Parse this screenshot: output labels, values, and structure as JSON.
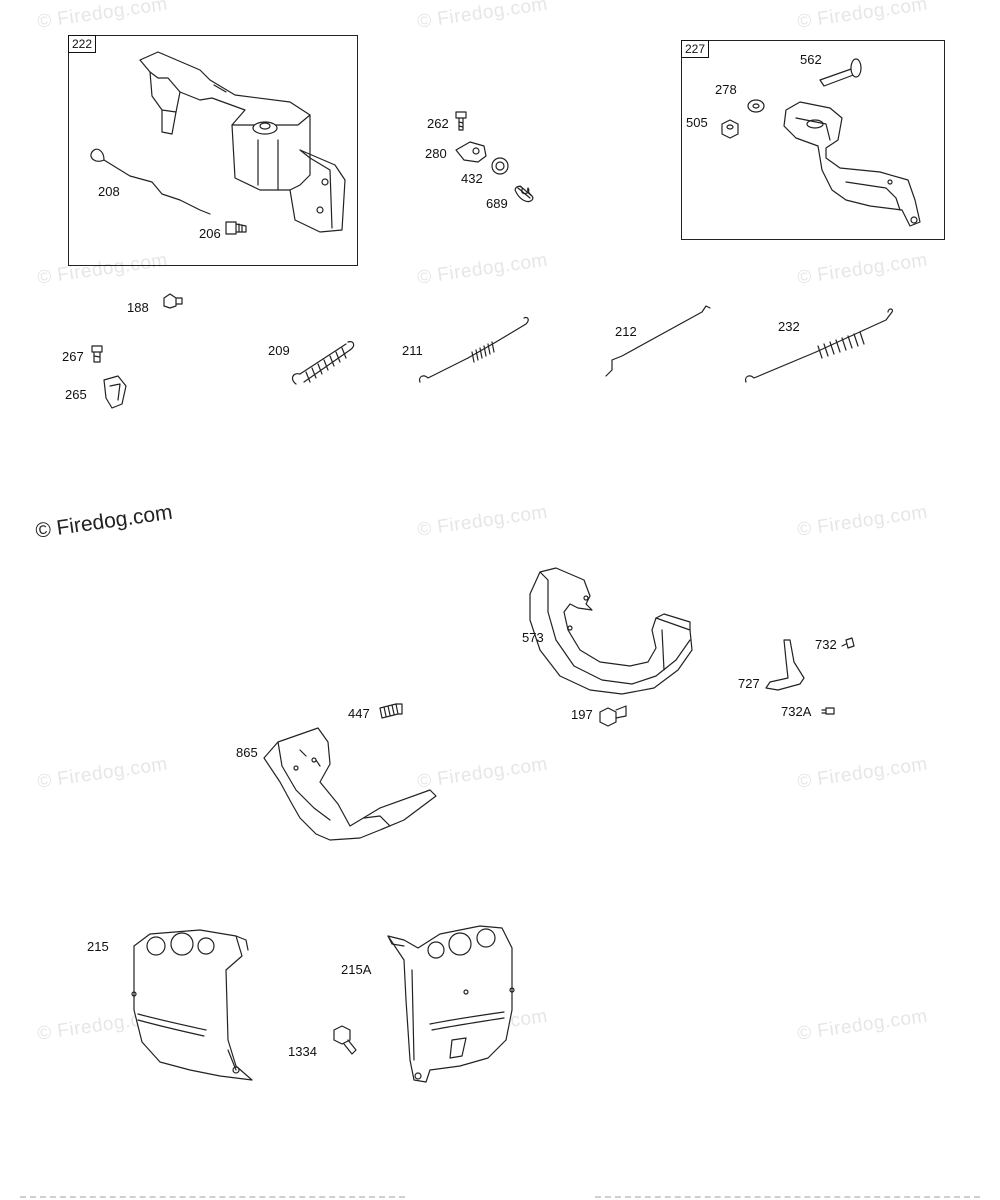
{
  "watermark": "© Firedog.com",
  "box_labels": {
    "b222": "222",
    "b227": "227"
  },
  "parts": {
    "p208": "208",
    "p206": "206",
    "p262": "262",
    "p280": "280",
    "p432": "432",
    "p689": "689",
    "p562": "562",
    "p278": "278",
    "p505": "505",
    "p188": "188",
    "p267": "267",
    "p265": "265",
    "p209": "209",
    "p211": "211",
    "p212": "212",
    "p232": "232",
    "p573": "573",
    "p732": "732",
    "p727": "727",
    "p732a": "732A",
    "p447": "447",
    "p197": "197",
    "p865": "865",
    "p215": "215",
    "p215a": "215A",
    "p1334": "1334"
  },
  "colors": {
    "line": "#222222",
    "watermark_faint": "#e6e6e6",
    "watermark_dark": "#222222"
  }
}
